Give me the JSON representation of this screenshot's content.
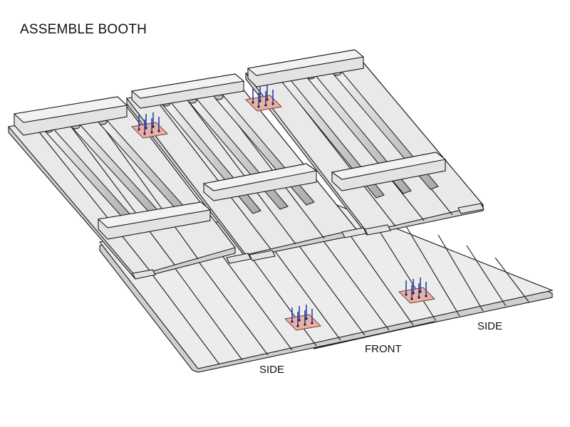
{
  "title": "ASSEMBLE BOOTH",
  "labels": {
    "side_left": "SIDE",
    "front": "FRONT",
    "side_right": "SIDE"
  },
  "colors": {
    "panel_fill": "#e7e7e7",
    "panel_stroke": "#1a1a1a",
    "bracket_fill": "#e8b2a8",
    "bracket_stroke": "#7a3b30",
    "screw": "#2a3ea8"
  },
  "icons": [
    "metal-bracket-icon"
  ]
}
